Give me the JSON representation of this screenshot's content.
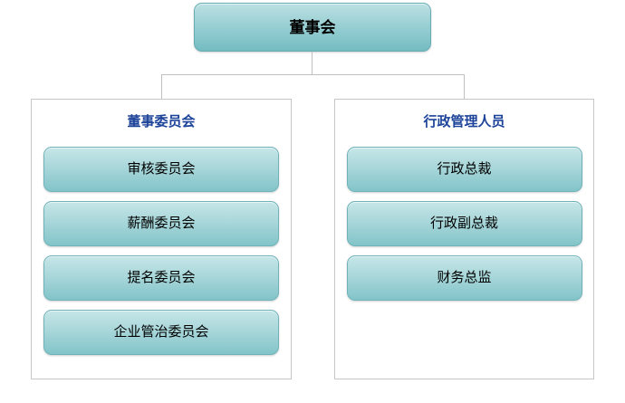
{
  "chart": {
    "type": "org-chart",
    "root": {
      "label": "董事会"
    },
    "groups": [
      {
        "title": "董事委员会",
        "items": [
          {
            "label": "审核委员会"
          },
          {
            "label": "薪酬委员会"
          },
          {
            "label": "提名委员会"
          },
          {
            "label": "企业管治委员会"
          }
        ]
      },
      {
        "title": "行政管理人员",
        "items": [
          {
            "label": "行政总裁"
          },
          {
            "label": "行政副总裁"
          },
          {
            "label": "财务总监"
          }
        ]
      }
    ],
    "colors": {
      "node_fill_top": "#c6e6e8",
      "node_fill_bottom": "#82c4c9",
      "root_fill_bottom": "#74bcc2",
      "node_border": "#6fb3b9",
      "group_border": "#c6c6c6",
      "connector": "#c0c0c0",
      "group_title_text": "#1c4399",
      "node_text": "#000000"
    }
  }
}
